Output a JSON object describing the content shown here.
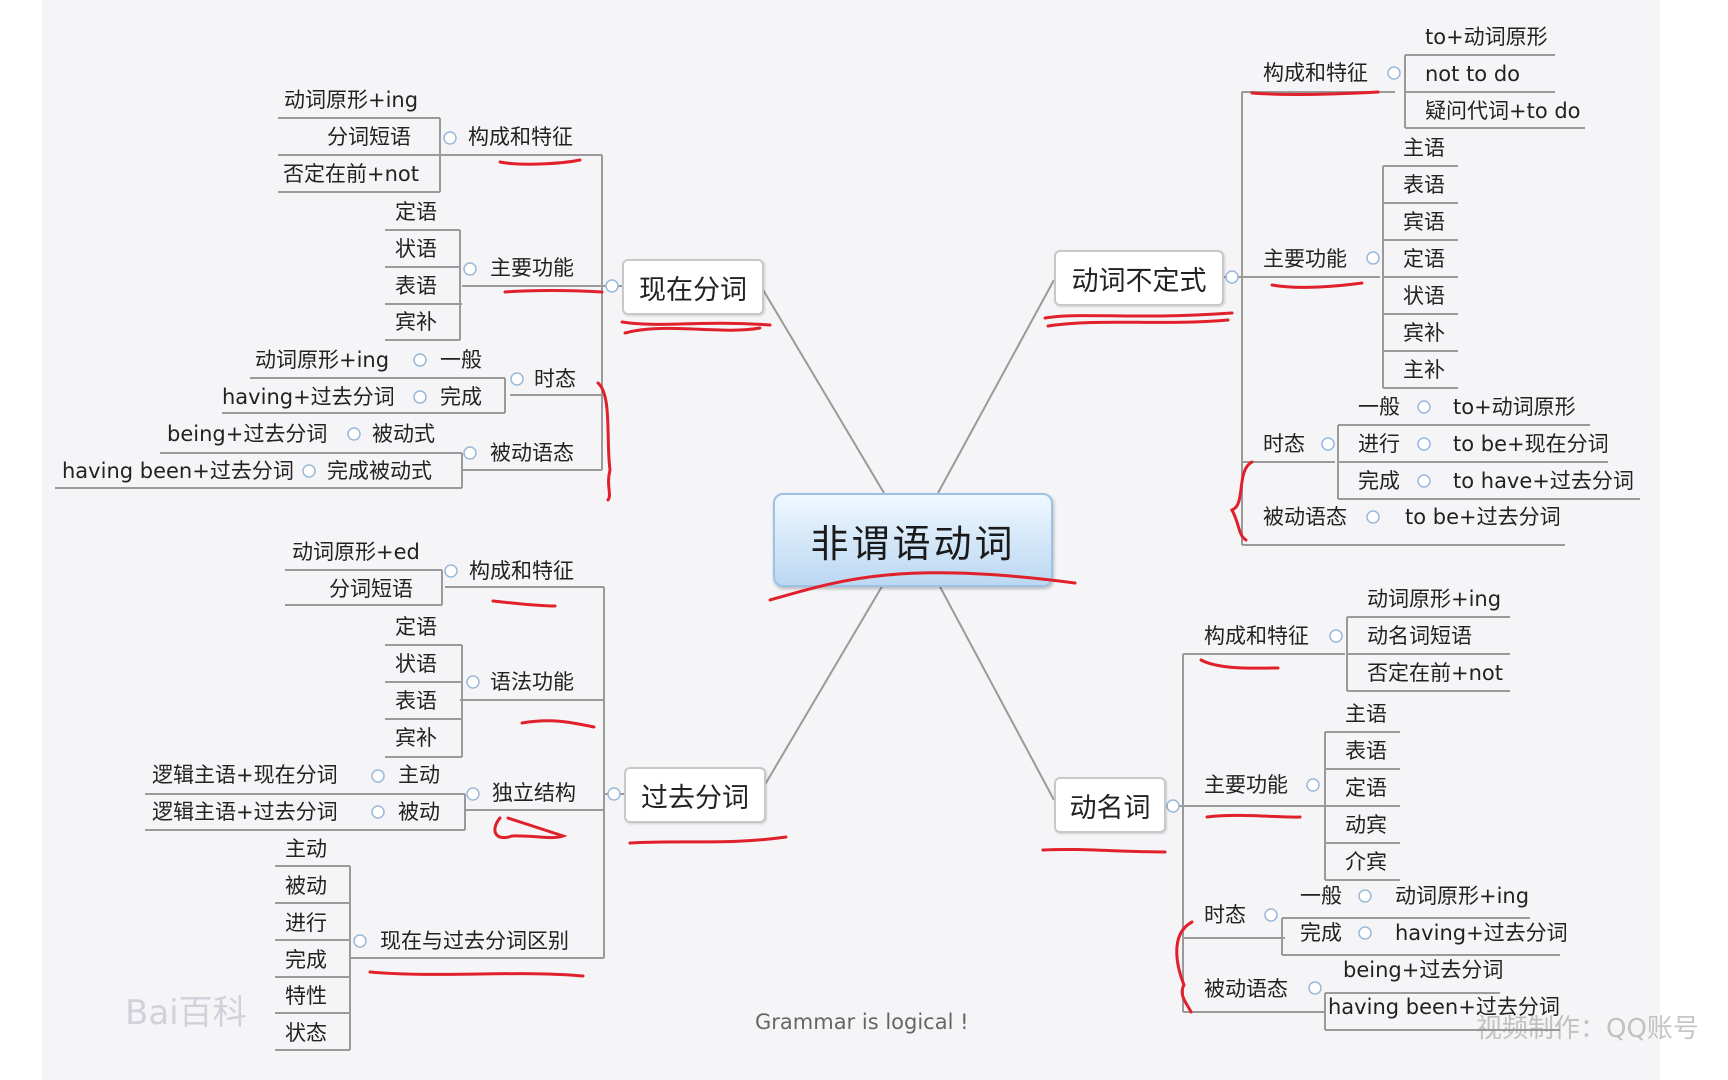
{
  "map": {
    "center": "非谓语动词",
    "present": {
      "title": "现在分词",
      "form": {
        "label": "构成和特征",
        "items": [
          "动词原形+ing",
          "分词短语",
          "否定在前+not"
        ]
      },
      "functions": {
        "label": "主要功能",
        "items": [
          "定语",
          "状语",
          "表语",
          "宾补"
        ]
      },
      "tense": {
        "label": "时态",
        "rows": [
          {
            "name": "一般",
            "form": "动词原形+ing"
          },
          {
            "name": "完成",
            "form": "having+过去分词"
          }
        ]
      },
      "passive": {
        "label": "被动语态",
        "rows": [
          {
            "name": "被动式",
            "form": "being+过去分词"
          },
          {
            "name": "完成被动式",
            "form": "having been+过去分词"
          }
        ]
      }
    },
    "past": {
      "title": "过去分词",
      "form": {
        "label": "构成和特征",
        "items": [
          "动词原形+ed",
          "分词短语"
        ]
      },
      "functions": {
        "label": "语法功能",
        "items": [
          "定语",
          "状语",
          "表语",
          "宾补"
        ]
      },
      "absolute": {
        "label": "独立结构",
        "rows": [
          {
            "name": "主动",
            "form": "逻辑主语+现在分词"
          },
          {
            "name": "被动",
            "form": "逻辑主语+过去分词"
          }
        ]
      },
      "compare": {
        "label": "现在与过去分词区别",
        "items": [
          "主动",
          "被动",
          "进行",
          "完成",
          "特性",
          "状态"
        ]
      }
    },
    "infinitive": {
      "title": "动词不定式",
      "form": {
        "label": "构成和特征",
        "items": [
          "to+动词原形",
          "not to do",
          "疑问代词+to do"
        ]
      },
      "functions": {
        "label": "主要功能",
        "items": [
          "主语",
          "表语",
          "宾语",
          "定语",
          "状语",
          "宾补",
          "主补"
        ]
      },
      "tense": {
        "label": "时态",
        "rows": [
          {
            "name": "一般",
            "form": "to+动词原形"
          },
          {
            "name": "进行",
            "form": "to be+现在分词"
          },
          {
            "name": "完成",
            "form": "to have+过去分词"
          }
        ]
      },
      "passive": {
        "label": "被动语态",
        "form": "to be+过去分词"
      }
    },
    "gerund": {
      "title": "动名词",
      "form": {
        "label": "构成和特征",
        "items": [
          "动词原形+ing",
          "动名词短语",
          "否定在前+not"
        ]
      },
      "functions": {
        "label": "主要功能",
        "items": [
          "主语",
          "表语",
          "定语",
          "动宾",
          "介宾"
        ]
      },
      "tense": {
        "label": "时态",
        "rows": [
          {
            "name": "一般",
            "form": "动词原形+ing"
          },
          {
            "name": "完成",
            "form": "having+过去分词"
          }
        ]
      },
      "passive": {
        "label": "被动语态",
        "forms": [
          "being+过去分词",
          "having been+过去分词"
        ]
      }
    }
  },
  "footer": "Grammar is logical !",
  "watermarks": {
    "left": "Bai百科",
    "right": "视频制作：QQ账号"
  },
  "colors": {
    "annotation": "#e0202a",
    "central_fill": "#cfe4f7",
    "connector": "#9a9a9a"
  }
}
